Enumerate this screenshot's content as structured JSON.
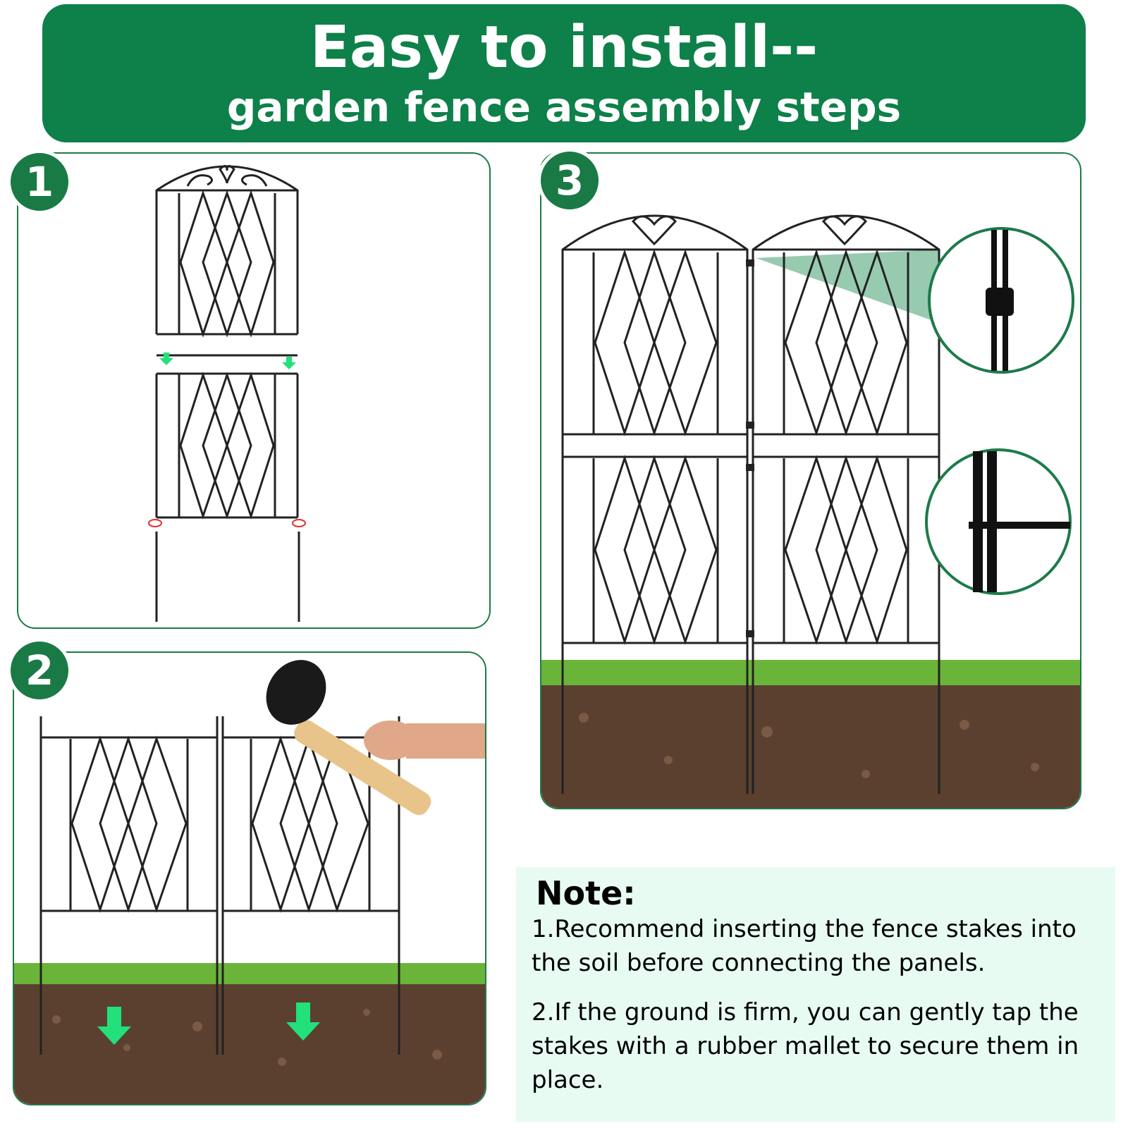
{
  "banner": {
    "title_line1": "Easy to install--",
    "title_line2": "garden fence assembly steps"
  },
  "steps": [
    {
      "number": "1"
    },
    {
      "number": "2"
    },
    {
      "number": "3"
    }
  ],
  "note": {
    "title": "Note:",
    "item1": "1.Recommend inserting the fence stakes into the soil before connecting the panels.",
    "item2": "2.If the ground is firm, you can gently tap the stakes with a rubber mallet to secure them in place."
  },
  "colors": {
    "brand_green": "#0e8049",
    "panel_border": "#1d7a4a",
    "note_bg": "#e8fbf3",
    "arrow_green": "#22e07a",
    "soil": "#5b4030",
    "grass": "#6bb43a"
  },
  "icons": [
    "down-arrow-icon",
    "rubber-mallet-icon",
    "fence-clip-icon",
    "cable-tie-icon"
  ]
}
